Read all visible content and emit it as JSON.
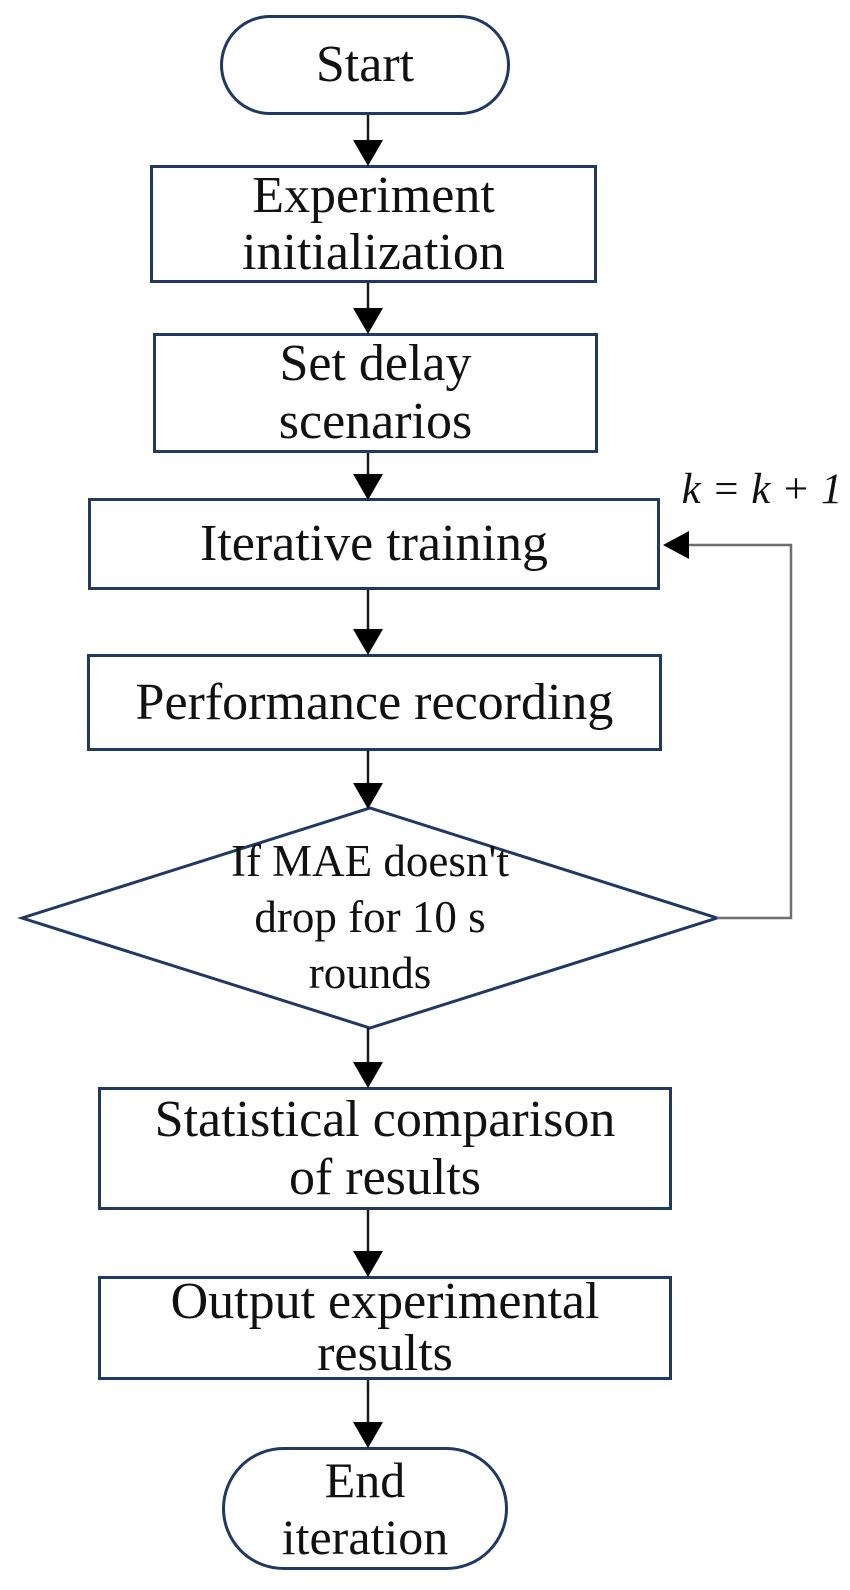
{
  "flowchart": {
    "nodes": [
      {
        "id": "start",
        "type": "terminator",
        "label": "Start"
      },
      {
        "id": "experiment-initialization",
        "type": "process",
        "label": "Experiment\ninitialization"
      },
      {
        "id": "set-delay-scenarios",
        "type": "process",
        "label": "Set delay\nscenarios"
      },
      {
        "id": "iterative-training",
        "type": "process",
        "label": "Iterative training"
      },
      {
        "id": "performance-recording",
        "type": "process",
        "label": "Performance recording"
      },
      {
        "id": "mae-decision",
        "type": "decision",
        "label": "If MAE doesn't\ndrop for 10 s\nrounds"
      },
      {
        "id": "statistical-comparison",
        "type": "process",
        "label": "Statistical comparison\nof results"
      },
      {
        "id": "output-experimental-results",
        "type": "process",
        "label": "Output experimental\nresults"
      },
      {
        "id": "end-iteration",
        "type": "terminator",
        "label": "End\niteration"
      }
    ],
    "edges": [
      {
        "from": "start",
        "to": "experiment-initialization"
      },
      {
        "from": "experiment-initialization",
        "to": "set-delay-scenarios"
      },
      {
        "from": "set-delay-scenarios",
        "to": "iterative-training"
      },
      {
        "from": "iterative-training",
        "to": "performance-recording"
      },
      {
        "from": "performance-recording",
        "to": "mae-decision"
      },
      {
        "from": "mae-decision",
        "to": "statistical-comparison"
      },
      {
        "from": "mae-decision",
        "to": "iterative-training",
        "label": "k = k + 1"
      },
      {
        "from": "statistical-comparison",
        "to": "output-experimental-results"
      },
      {
        "from": "output-experimental-results",
        "to": "end-iteration"
      }
    ],
    "loop_label": "k = k + 1",
    "colors": {
      "shape_border": "#203864",
      "connector": "#1a1a1a",
      "loop_line": "#6e6e6e",
      "text": "#111111",
      "background": "#ffffff"
    }
  }
}
